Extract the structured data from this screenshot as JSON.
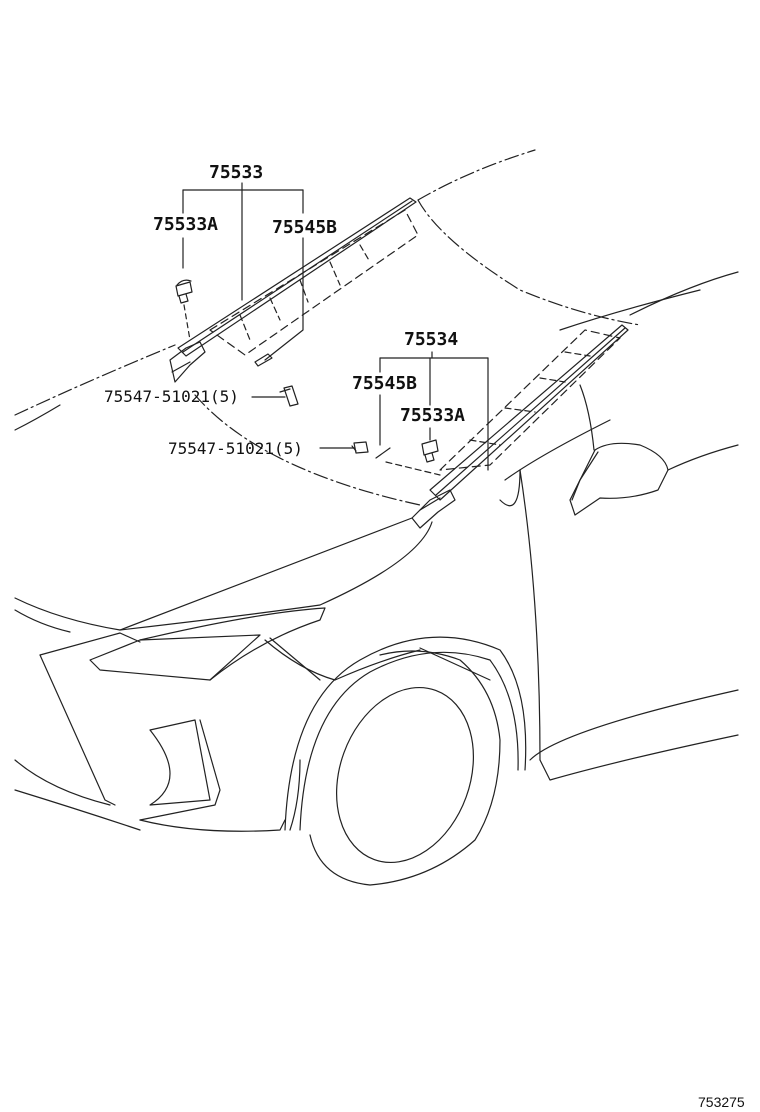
{
  "labels": {
    "part_75533": "75533",
    "part_75533A_left": "75533A",
    "part_75545B_left": "75545B",
    "part_75534": "75534",
    "part_75545B_right": "75545B",
    "part_75533A_right": "75533A",
    "screw_upper": "75547-51021(5)",
    "screw_lower": "75547-51021(5)"
  },
  "diagram_ref": "753275"
}
